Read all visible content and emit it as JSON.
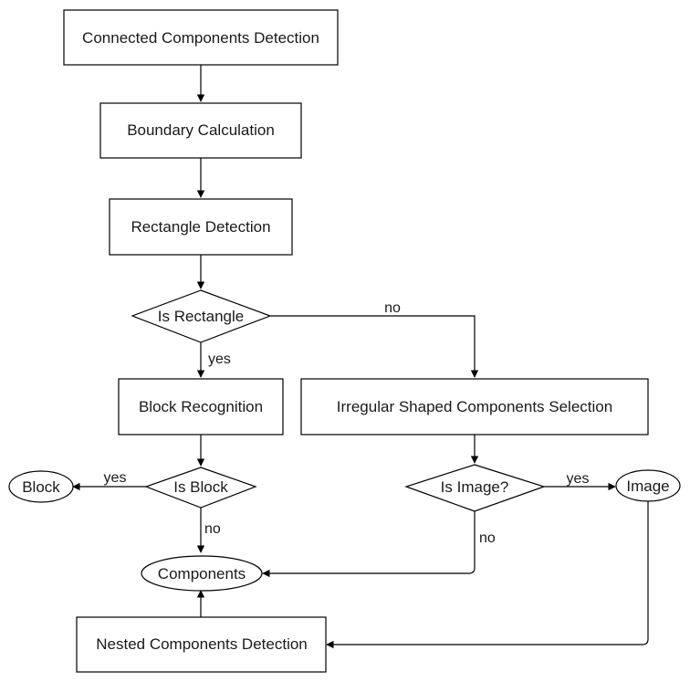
{
  "nodes": {
    "connected_components_detection": "Connected Components Detection",
    "boundary_calculation": "Boundary Calculation",
    "rectangle_detection": "Rectangle Detection",
    "is_rectangle": "Is Rectangle",
    "block_recognition": "Block Recognition",
    "irregular_shaped_components_selection": "Irregular Shaped Components Selection",
    "is_block": "Is Block",
    "block": "Block",
    "is_image": "Is Image?",
    "image": "Image",
    "components": "Components",
    "nested_components_detection": "Nested Components Detection"
  },
  "edge_labels": {
    "rectangle_no": "no",
    "rectangle_yes": "yes",
    "block_yes": "yes",
    "block_no": "no",
    "image_yes": "yes",
    "image_no": "no"
  }
}
